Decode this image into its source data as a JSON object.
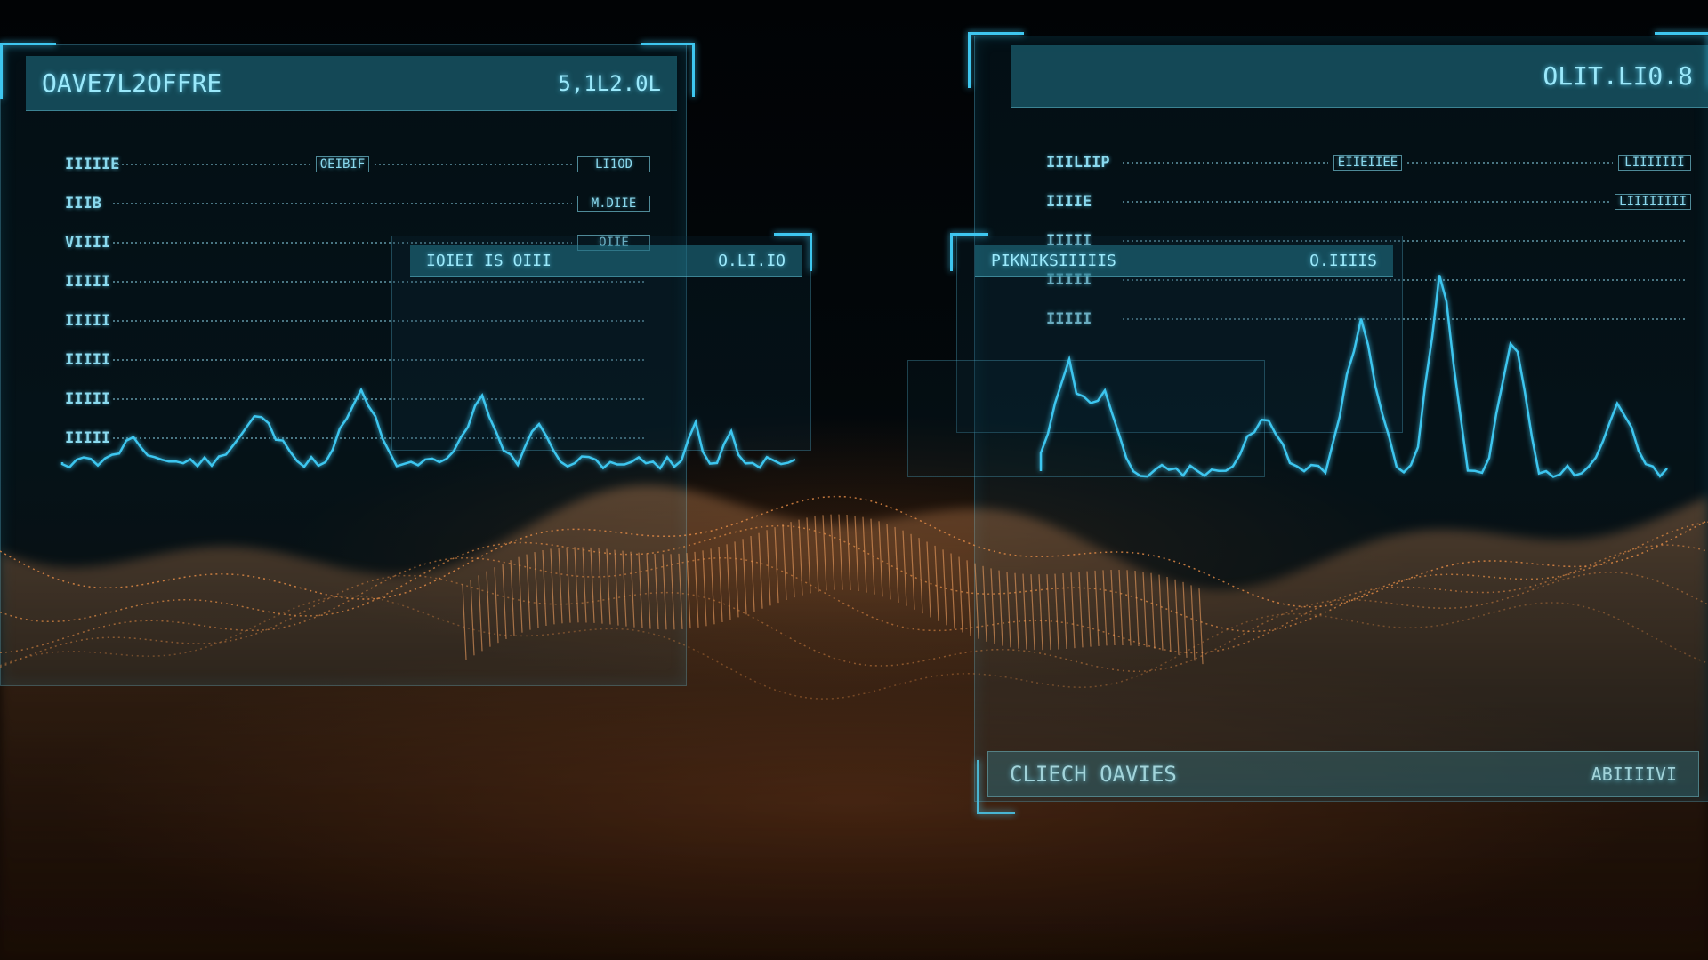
{
  "left_panel": {
    "title": "OAVE7L2OFFRE",
    "header_value": "5,1L2.0L",
    "rows": [
      {
        "label": "IIIIIE",
        "mid": "OEIBIF",
        "value": "LI1OD"
      },
      {
        "label": "IIIB",
        "mid": "",
        "value": "M.DIIE"
      },
      {
        "label": "VIIII",
        "mid": "",
        "value": "OIIE"
      },
      {
        "label": "IIIII",
        "mid": "",
        "value": ""
      },
      {
        "label": "IIIII",
        "mid": "",
        "value": ""
      },
      {
        "label": "IIIII",
        "mid": "",
        "value": ""
      },
      {
        "label": "IIIII",
        "mid": "",
        "value": ""
      },
      {
        "label": "IIIII",
        "mid": "",
        "value": ""
      }
    ]
  },
  "left_sub_panel": {
    "title": "IOIEI IS OIII",
    "header_value": "O.LI.IO"
  },
  "right_panel": {
    "title": "",
    "header_value": "OLIT.LI0.8",
    "rows": [
      {
        "label": "IIILIIP",
        "mid": "EIIEIIEE",
        "value": "LIIIIIII"
      },
      {
        "label": "IIIIE",
        "mid": "",
        "value": "LIIIIIIII"
      },
      {
        "label": "IIIII",
        "mid": "",
        "value": ""
      },
      {
        "label": "IIIII",
        "mid": "",
        "value": ""
      },
      {
        "label": "IIIII",
        "mid": "",
        "value": ""
      }
    ]
  },
  "right_sub_panel": {
    "title": "PIKNIKSIIIIIS",
    "header_value": "O.IIIIS"
  },
  "bottom_bar": {
    "title": "CLIECH OAVIES",
    "value": "ABIIIIVI"
  },
  "colors": {
    "hud_cyan": "#3ec6ef",
    "hud_text": "#9be9fb",
    "wave_orange": "#e08a45",
    "background": "#020507"
  }
}
